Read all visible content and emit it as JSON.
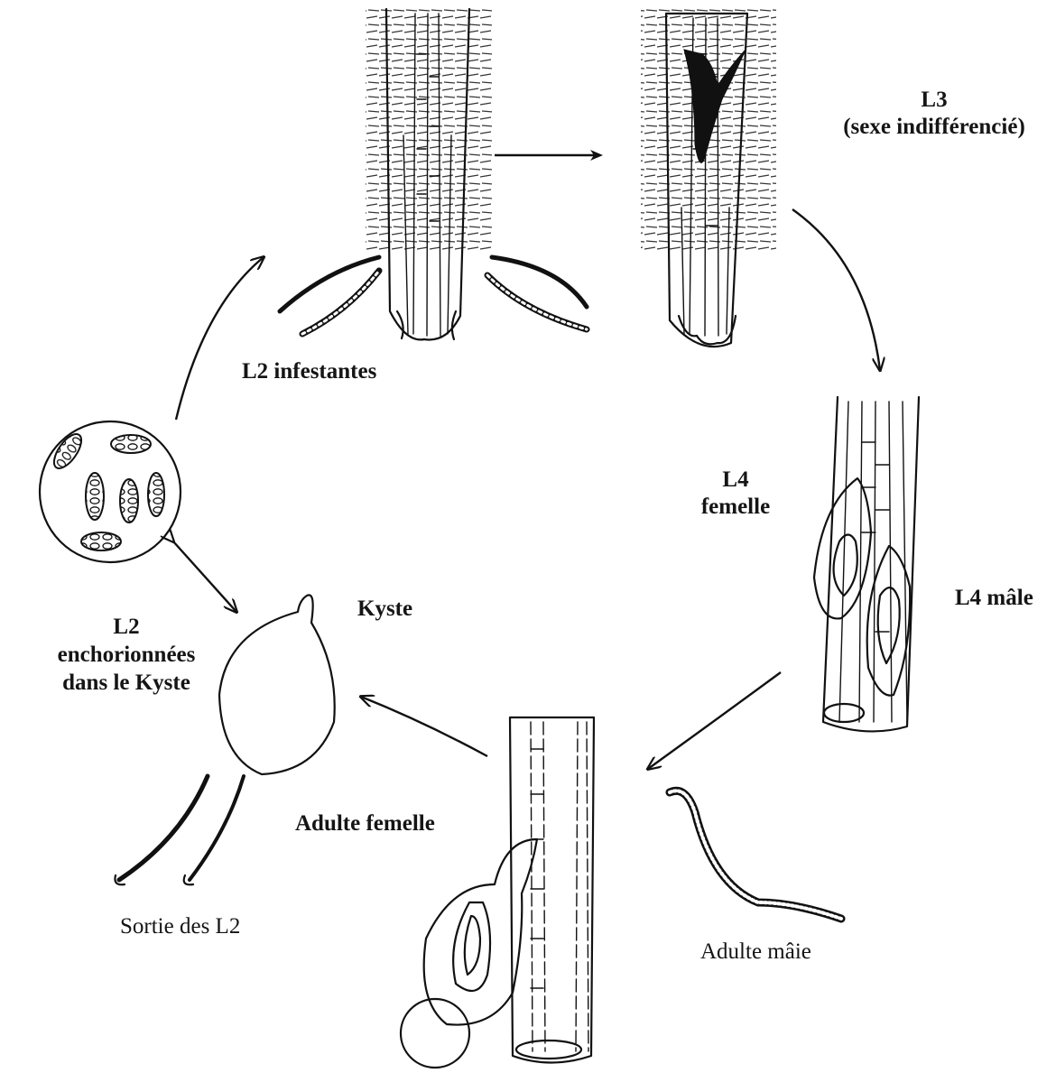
{
  "diagram": {
    "stages": {
      "l3_label": "L3",
      "l3_sub": "(sexe indifférencié)",
      "l2_infestantes": "L2 infestantes",
      "l4_femelle_line1": "L4",
      "l4_femelle_line2": "femelle",
      "l4_male": "L4  mâle",
      "kyste": "Kyste",
      "l2_kyste_line1": "L2",
      "l2_kyste_line2": "enchorionnées",
      "l2_kyste_line3": "dans le Kyste",
      "adulte_femelle": "Adulte femelle",
      "adulte_male": "Adulte mâie",
      "sortie": "Sortie des L2"
    },
    "colors": {
      "ink": "#111111",
      "background": "#ffffff"
    }
  }
}
